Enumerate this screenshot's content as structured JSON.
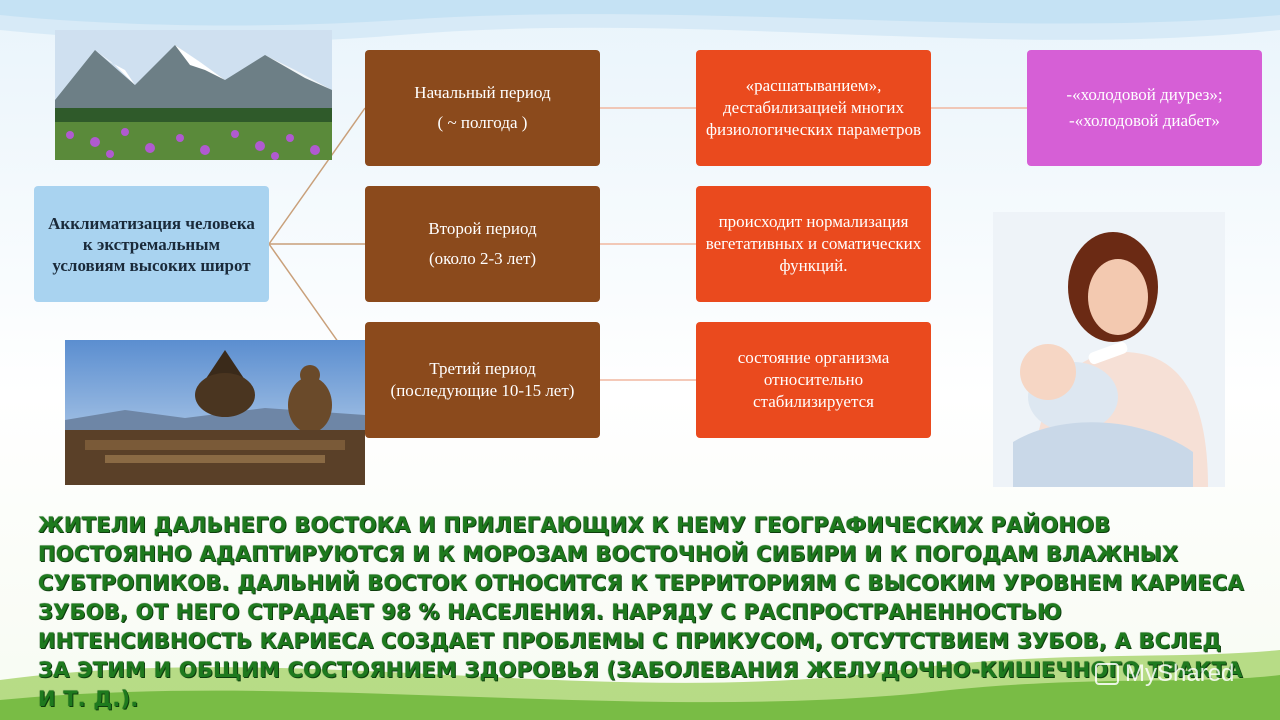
{
  "diagram": {
    "root": "Акклиматизация человека к экстремальным условиям высоких широт",
    "periods": [
      {
        "name": "Начальный период",
        "duration": "( ~ полгода )"
      },
      {
        "name": "Второй период",
        "duration": "(около 2-3 лет)"
      },
      {
        "name": "Третий  период",
        "duration": "(последующие 10-15 лет)"
      }
    ],
    "descriptions": [
      "«расшатыванием», дестабилизацией многих физиологических параметров",
      "происходит нормализация вегетативных и соматических функций.",
      "состояние организма относительно стабилизируется"
    ],
    "note": {
      "line1": "-«холодовой диурез»;",
      "line2": "-«холодовой диабет»"
    }
  },
  "main_text": "Жители Дальнего Востока и прилегающих к нему географических районов постоянно адаптируются и к морозам Восточной Сибири и к погодам влажных субтропиков. Дальний Восток относится к территориям с высоким уровнем кариеса зубов, от него страдает 98 % населения. Наряду с распространенностью интенсивность кариеса создает проблемы с прикусом, отсутствием зубов, а вслед за этим и общим состоянием здоровья (заболевания желудочно-кишечного тракта и т. д.).",
  "watermark": "MyShared",
  "colors": {
    "root_box": "#a9d3f0",
    "period_box": "#8b4a1c",
    "description_box": "#ea4a1e",
    "note_box": "#d65fd6",
    "main_text": "#1e7a1e"
  }
}
